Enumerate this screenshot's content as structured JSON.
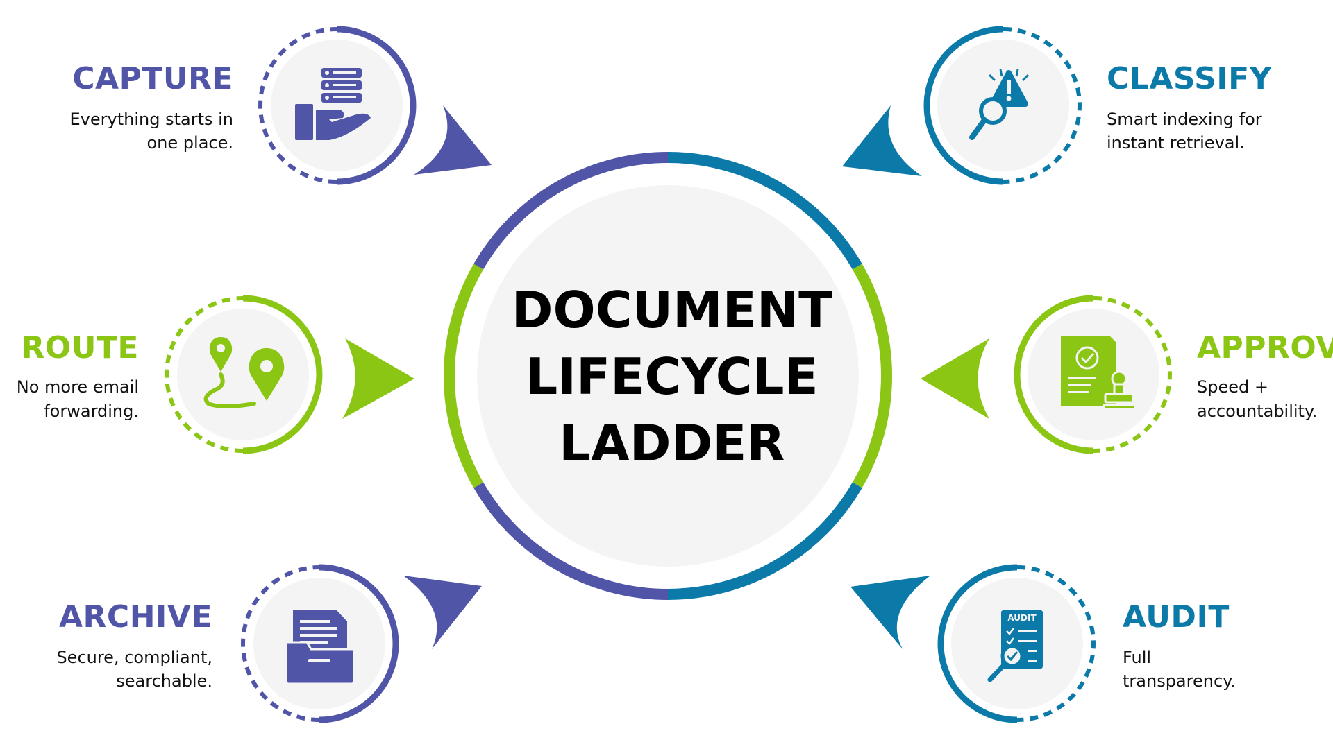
{
  "center": {
    "title_lines": [
      "DOCUMENT",
      "LIFECYCLE",
      "LADDER"
    ]
  },
  "colors": {
    "purple": "#5155A8",
    "blue": "#0B7AA8",
    "green": "#8CC614",
    "circle_fill": "#F4F4F4",
    "text": "#111111"
  },
  "stages": [
    {
      "key": "capture",
      "title": "CAPTURE",
      "desc_lines": [
        "Everything starts in",
        "one place."
      ],
      "color": "purple",
      "icon": "server-hand-icon"
    },
    {
      "key": "classify",
      "title": "CLASSIFY",
      "desc_lines": [
        "Smart indexing for",
        "instant retrieval."
      ],
      "color": "blue",
      "icon": "search-alert-icon"
    },
    {
      "key": "route",
      "title": "ROUTE",
      "desc_lines": [
        "No more email",
        "forwarding."
      ],
      "color": "green",
      "icon": "route-pins-icon"
    },
    {
      "key": "approve",
      "title": "APPROVE",
      "desc_lines": [
        "Speed +",
        "accountability."
      ],
      "color": "green",
      "icon": "approved-document-stamp-icon"
    },
    {
      "key": "archive",
      "title": "ARCHIVE",
      "desc_lines": [
        "Secure, compliant,",
        "searchable."
      ],
      "color": "purple",
      "icon": "archive-folder-icon"
    },
    {
      "key": "audit",
      "title": "AUDIT",
      "desc_lines": [
        "Full",
        "transparency."
      ],
      "color": "blue",
      "icon": "audit-checklist-icon"
    }
  ]
}
